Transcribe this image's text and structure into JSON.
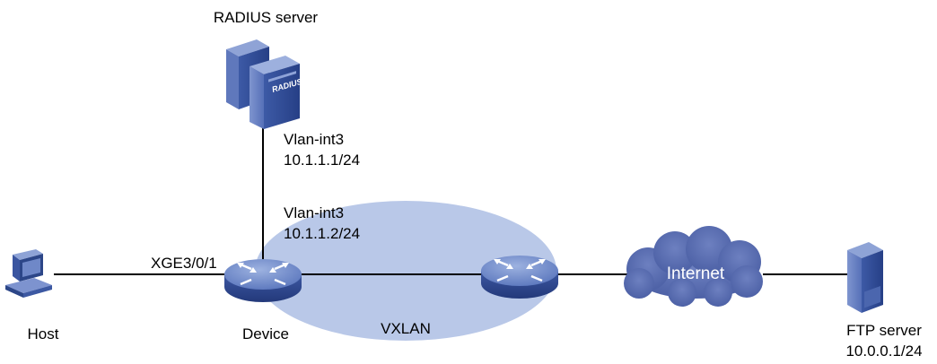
{
  "nodes": {
    "radius_server": {
      "label": "RADIUS server",
      "badge": "RADIUS"
    },
    "host": {
      "label": "Host"
    },
    "device": {
      "label": "Device"
    },
    "ftp_server": {
      "label": "FTP server",
      "ip": "10.0.0.1/24"
    },
    "internet": {
      "label": "Internet"
    },
    "vxlan": {
      "label": "VXLAN"
    }
  },
  "links": {
    "radius_side": {
      "interface": "Vlan-int3",
      "ip": "10.1.1.1/24"
    },
    "device_side": {
      "interface": "Vlan-int3",
      "ip": "10.1.1.2/24"
    },
    "host_port": {
      "interface": "XGE3/0/1"
    }
  },
  "colors": {
    "vxlan_fill": "#b9c8e8",
    "internet_fill": "#5a6eb0",
    "device_dark": "#2f4a8c",
    "device_light": "#7e97cf",
    "line": "#000000"
  }
}
